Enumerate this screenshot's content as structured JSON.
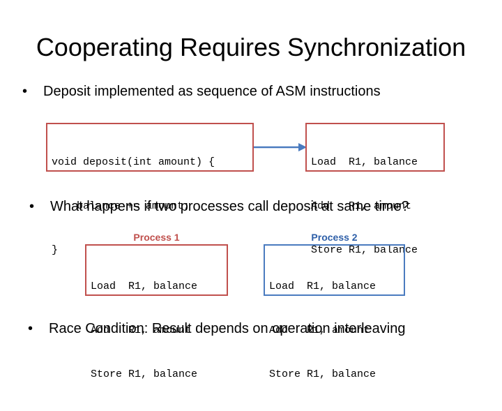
{
  "slide": {
    "title": "Cooperating Requires Synchronization",
    "bullet_glyph": "•",
    "bullets": [
      "Deposit implemented as sequence of ASM instructions",
      "What happens if two processes call deposit at same time?",
      "Race Condition: Result depends on operation interleaving"
    ],
    "source_code": [
      "void deposit(int amount) {",
      "    balance += amount;",
      "}"
    ],
    "asm_code": [
      "Load  R1, balance",
      "Add   R1, amount",
      "Store R1, balance"
    ],
    "process1": {
      "label": "Process 1",
      "label_color": "#c0504d",
      "code": [
        "Load  R1, balance",
        "Add   R1, amount",
        "Store R1, balance"
      ]
    },
    "process2": {
      "label": "Process 2",
      "label_color": "#2e5fa8",
      "code": [
        "Load  R1, balance",
        "Add   R1, amount",
        "Store R1, balance"
      ]
    },
    "colors": {
      "red_border": "#c0504d",
      "blue_border": "#4a7bbf",
      "arrow": "#4a7bbf"
    },
    "arrow_icon": "right-arrow-icon"
  }
}
